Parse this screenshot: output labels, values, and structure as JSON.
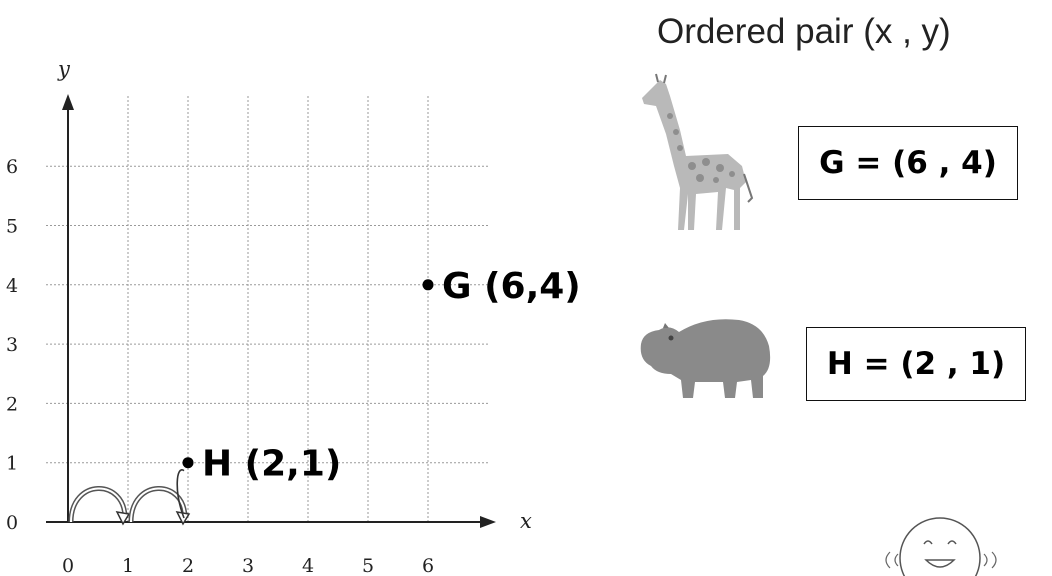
{
  "heading": "Ordered pair (x , y)",
  "graph": {
    "x_axis_label": "x",
    "y_axis_label": "y",
    "x_ticks": [
      "0",
      "1",
      "2",
      "3",
      "4",
      "5",
      "6"
    ],
    "y_ticks": [
      "0",
      "1",
      "2",
      "3",
      "4",
      "5",
      "6"
    ],
    "points": [
      {
        "name": "G",
        "x": 6,
        "y": 4,
        "label": "G (6,4)"
      },
      {
        "name": "H",
        "x": 2,
        "y": 1,
        "label": "H (2,1)"
      }
    ],
    "hops": [
      {
        "from": 0,
        "to": 1
      },
      {
        "from": 1,
        "to": 2
      }
    ]
  },
  "answers": {
    "giraffe": "G = (6 , 4)",
    "hippo": "H = (2 , 1)"
  },
  "colors": {
    "grid": "#9a9a9a",
    "axis": "#222222",
    "giraffe_body": "#b9b9b9",
    "giraffe_spot": "#8e8e8e",
    "hippo_body": "#8a8a8a"
  }
}
